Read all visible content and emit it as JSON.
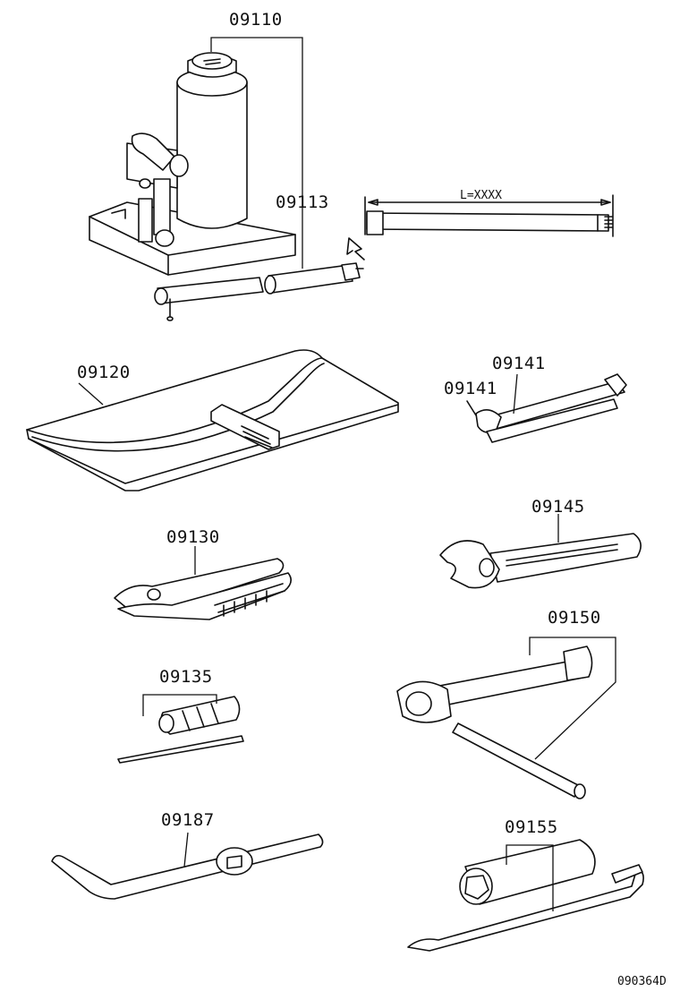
{
  "parts": {
    "p09110": "09110",
    "p09113": "09113",
    "p09120": "09120",
    "p09141a": "09141",
    "p09141b": "09141",
    "p09145": "09145",
    "p09130": "09130",
    "p09150": "09150",
    "p09135": "09135",
    "p09187": "09187",
    "p09155": "09155"
  },
  "dimension_label": "L=XXXX",
  "diagram_id": "090364D",
  "colors": {
    "ink": "#111111",
    "paper": "#ffffff"
  }
}
